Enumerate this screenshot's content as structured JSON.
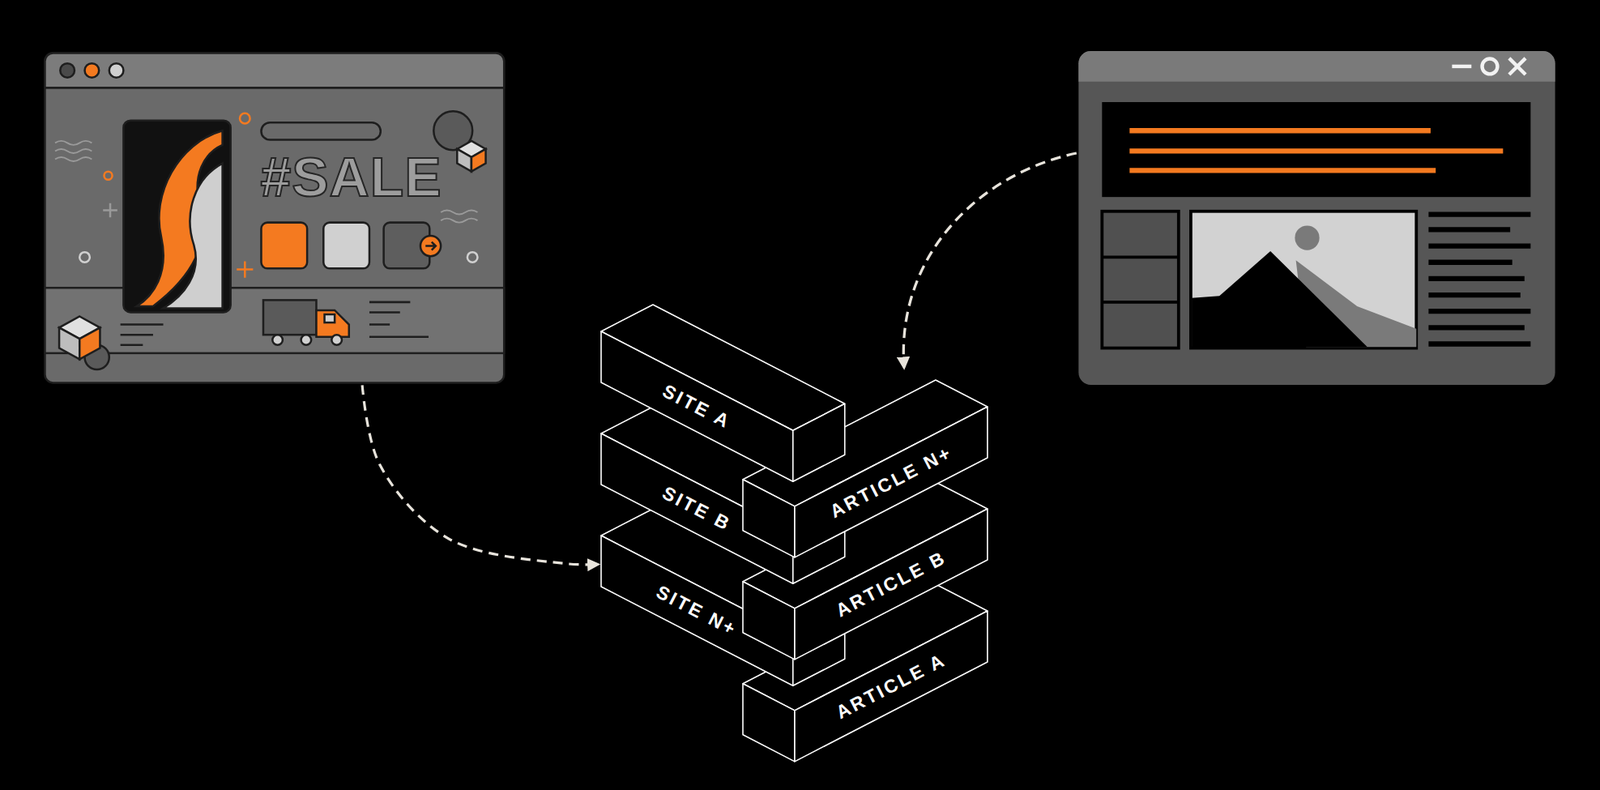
{
  "diagram": {
    "nodes": [
      {
        "text": [
          "#SALE"
        ]
      },
      {
        "text": [
          "SITE A"
        ]
      },
      {
        "text": [
          "ARTICLE N+"
        ]
      },
      {
        "text": [
          "SITE B"
        ]
      },
      {
        "text": [
          "ARTICLE B"
        ]
      },
      {
        "text": [
          "SITE N+"
        ]
      },
      {
        "text": [
          "ARTICLE A"
        ]
      }
    ],
    "edges": [
      {
        "from": 0,
        "to": 5,
        "arrow": "to"
      }
    ]
  }
}
